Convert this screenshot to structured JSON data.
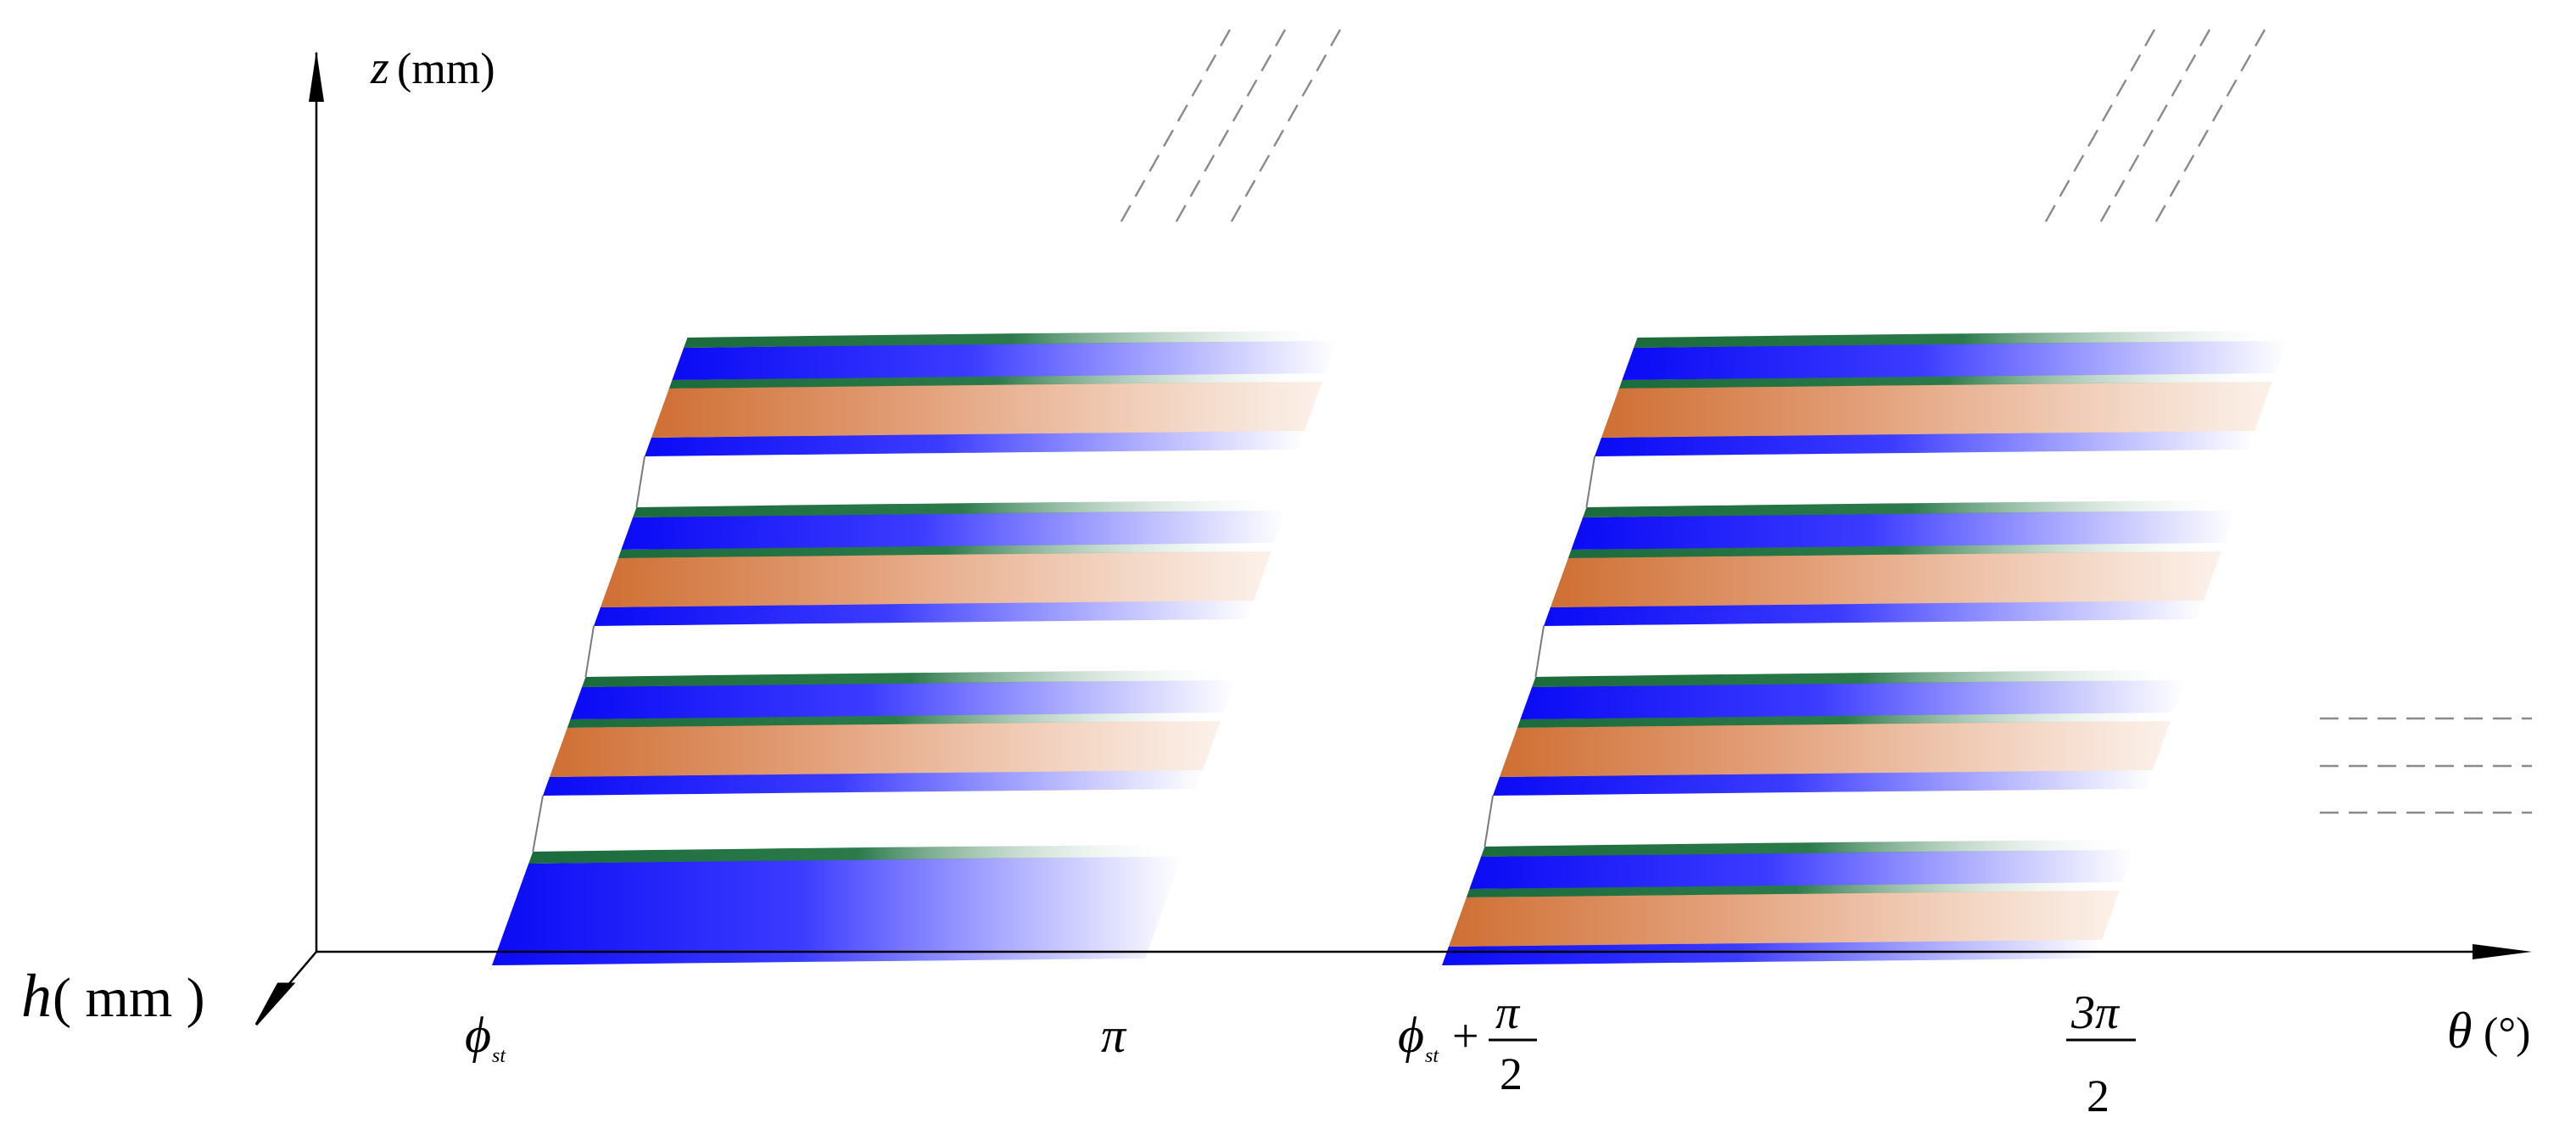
{
  "axes": {
    "z_label": "z",
    "z_unit": "(mm)",
    "h_label": "h",
    "h_unit": "( mm )",
    "theta_label": "θ",
    "theta_unit": "(°)"
  },
  "ticks": {
    "phi_st": "ϕ",
    "phi_sub": "st",
    "pi": "π",
    "phi_plus": "+",
    "frac_pi_num": "π",
    "frac_pi_den": "2",
    "three_pi_num": "3π",
    "three_pi_den": "2"
  },
  "colors": {
    "blue": "#1212ff",
    "orange": "#d2763a",
    "green": "#1c6b3c",
    "axis": "#000000",
    "dash": "#888888"
  },
  "stacks": [
    {
      "name": "left-stack",
      "bands": [
        "blue",
        "blue+orange",
        "blue+orange",
        "blue+orange"
      ]
    },
    {
      "name": "right-stack",
      "bands": [
        "blue+orange",
        "blue+orange",
        "blue+orange",
        "blue+orange"
      ]
    }
  ]
}
